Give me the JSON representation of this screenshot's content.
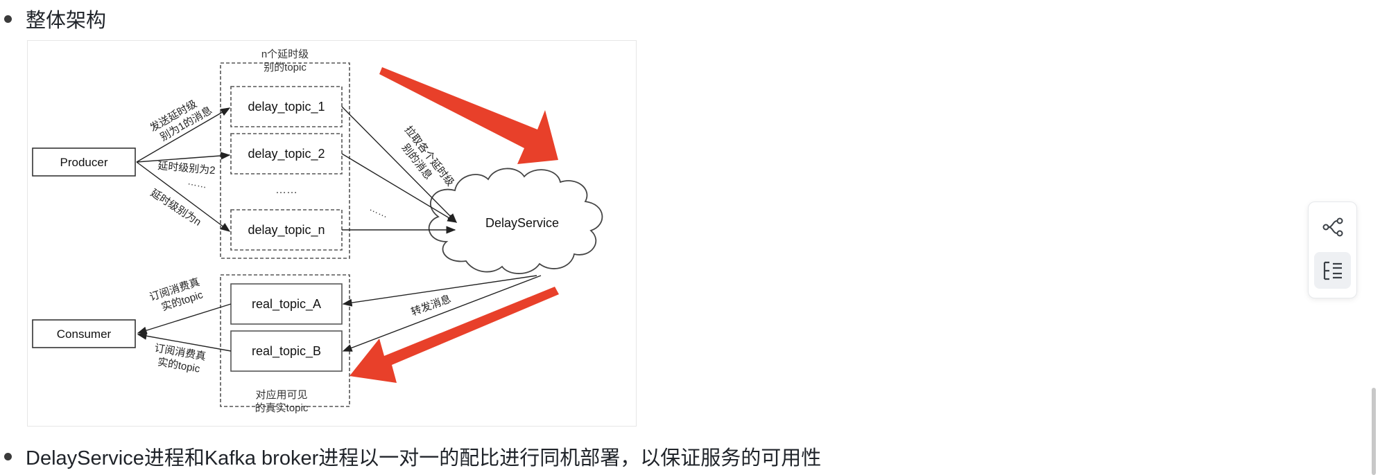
{
  "bullets": {
    "first": "整体架构",
    "second": "DelayService进程和Kafka broker进程以一对一的配比进行同机部署，以保证服务的可用性"
  },
  "diagram": {
    "top_group_label_line1": "n个延时级",
    "top_group_label_line2": "别的topic",
    "bottom_group_label_line1": "对应用可见",
    "bottom_group_label_line2": "的真实topic",
    "producer": "Producer",
    "consumer": "Consumer",
    "delay_topics": [
      "delay_topic_1",
      "delay_topic_2",
      "delay_topic_n"
    ],
    "middle_dots": "……",
    "real_topics": [
      "real_topic_A",
      "real_topic_B"
    ],
    "delay_service": "DelayService",
    "send_label_1_line1": "发送延时级",
    "send_label_1_line2": "别为1的消息",
    "send_label_2": "延时级别为2",
    "send_dots": "……",
    "send_label_n": "延时级别为n",
    "pull_label_line1": "拉取各个延时级",
    "pull_label_line2": "别的消息",
    "pull_dots": "……",
    "forward_label": "转发消息",
    "subscribe_label_a_line1": "订阅消费真",
    "subscribe_label_a_line2": "实的topic",
    "subscribe_label_b_line1": "订阅消费真",
    "subscribe_label_b_line2": "实的topic"
  },
  "side_rail": {
    "mindmap_icon": "mindmap-icon",
    "outline_icon": "outline-icon"
  },
  "colors": {
    "annotation_arrow": "#e8402a",
    "active_rail_button": "#eef0f3"
  }
}
